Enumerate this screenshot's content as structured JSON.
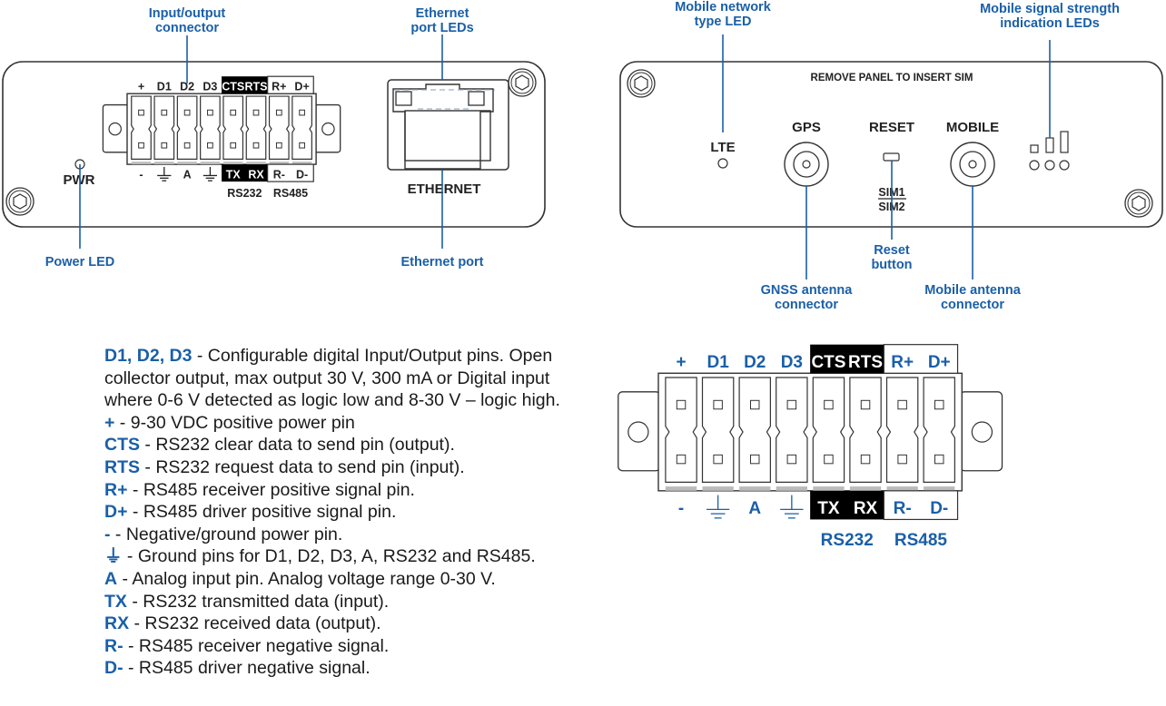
{
  "colors": {
    "accent": "#1a5fa8",
    "outline": "#333333",
    "text": "#1a1a1a",
    "label_dark_bg": "#000000"
  },
  "front_panel": {
    "callouts": {
      "io_connector": [
        "Input/output",
        "connector"
      ],
      "ethernet_leds": [
        "Ethernet",
        "port LEDs"
      ],
      "power_led": "Power LED",
      "ethernet_port": "Ethernet port"
    },
    "pwr_label": "PWR",
    "ethernet_label": "ETHERNET",
    "connector": {
      "top_labels": [
        "+",
        "D1",
        "D2",
        "D3",
        "CTS",
        "RTS",
        "R+",
        "D+"
      ],
      "bottom_labels": [
        "-",
        "gnd",
        "A",
        "gnd",
        "TX",
        "RX",
        "R-",
        "D-"
      ],
      "group_labels": [
        "RS232",
        "RS485"
      ]
    }
  },
  "back_panel": {
    "callouts": {
      "network_type_led": [
        "Mobile network",
        "type LED"
      ],
      "signal_leds": [
        "Mobile signal strength",
        "indication LEDs"
      ],
      "gnss_connector": [
        "GNSS  antenna",
        "connector"
      ],
      "reset_button": [
        "Reset",
        "button"
      ],
      "mobile_connector": [
        "Mobile antenna",
        "connector"
      ]
    },
    "sim_notice": "REMOVE PANEL TO INSERT SIM",
    "lte_label": "LTE",
    "gps_label": "GPS",
    "reset_label": "RESET",
    "mobile_label": "MOBILE",
    "sim1_label": "SIM1",
    "sim2_label": "SIM2",
    "signal_bars": 3
  },
  "big_connector": {
    "top_labels": [
      "+",
      "D1",
      "D2",
      "D3",
      "CTS",
      "RTS",
      "R+",
      "D+"
    ],
    "bottom_labels": [
      "-",
      "gnd",
      "A",
      "gnd",
      "TX",
      "RX",
      "R-",
      "D-"
    ],
    "group_labels": [
      "RS232",
      "RS485"
    ]
  },
  "pin_descriptions": [
    {
      "term": "D1, D2, D3",
      "text": " - Configurable digital Input/Output pins. Open collector output, max output 30 V, 300 mA or Digital input where 0-6 V detected as logic low and 8-30 V – logic high."
    },
    {
      "term": "+",
      "text": " - 9-30 VDC positive power pin"
    },
    {
      "term": "CTS",
      "text": " - RS232 clear data to send pin (output)."
    },
    {
      "term": "RTS",
      "text": " - RS232 request data to send pin (input)."
    },
    {
      "term": "R+",
      "text": " - RS485 receiver positive signal pin."
    },
    {
      "term": "D+",
      "text": " - RS485 driver positive signal pin."
    },
    {
      "term": "-",
      "text": " - Negative/ground power pin."
    },
    {
      "term": "⏚",
      "text": "  - Ground pins for D1, D2, D3, A, RS232 and RS485."
    },
    {
      "term": "A",
      "text": " - Analog input pin. Analog voltage range 0-30 V."
    },
    {
      "term": "TX",
      "text": " - RS232 transmitted data (input)."
    },
    {
      "term": "RX",
      "text": " - RS232 received data (output)."
    },
    {
      "term": "R-",
      "text": " - RS485 receiver negative signal."
    },
    {
      "term": "D-",
      "text": " - RS485 driver negative signal."
    }
  ]
}
